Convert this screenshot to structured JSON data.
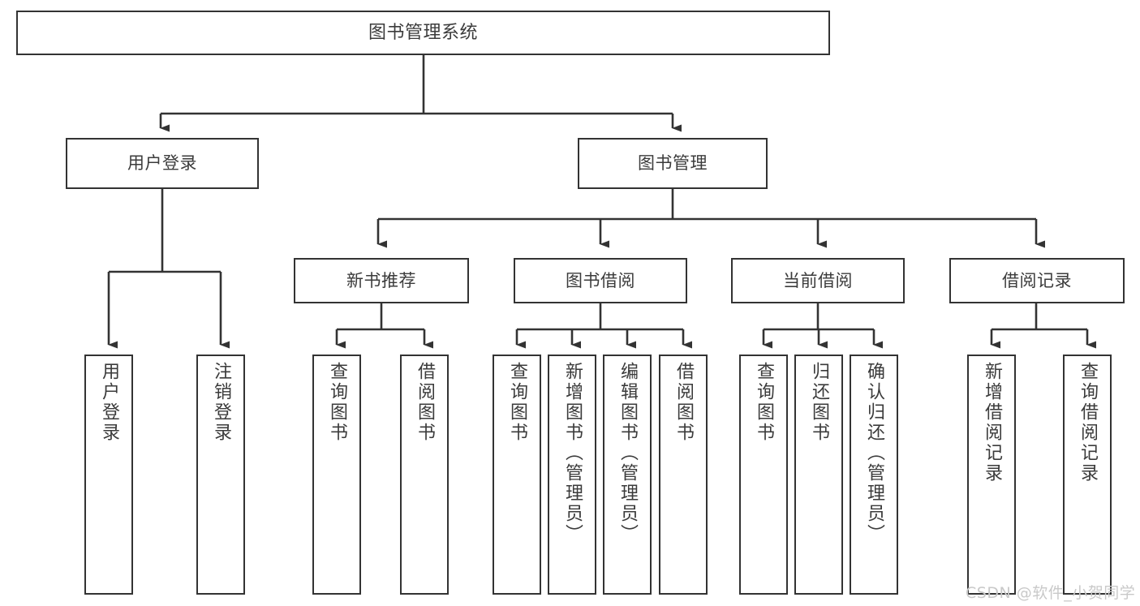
{
  "diagram": {
    "title": "图书管理系统",
    "type": "tree-hierarchy-diagram",
    "colors": {
      "box_border": "#333333",
      "box_fill": "#ffffff",
      "text": "#3b3b3b",
      "connector": "#333333",
      "watermark": "#c9c9c9",
      "background": "#ffffff"
    },
    "nodes": {
      "root": {
        "label": "图书管理系统"
      },
      "level2": [
        {
          "label": "用户登录"
        },
        {
          "label": "图书管理"
        }
      ],
      "level3": [
        {
          "label": "新书推荐"
        },
        {
          "label": "图书借阅"
        },
        {
          "label": "当前借阅"
        },
        {
          "label": "借阅记录"
        }
      ],
      "leaves": {
        "user_login": [
          {
            "label": "用户登录"
          },
          {
            "label": "注销登录"
          }
        ],
        "new_book_recommend": [
          {
            "label": "查询图书"
          },
          {
            "label": "借阅图书"
          }
        ],
        "book_borrow": [
          {
            "label": "查询图书"
          },
          {
            "label": "新增图书（管理员）"
          },
          {
            "label": "编辑图书（管理员）"
          },
          {
            "label": "借阅图书"
          }
        ],
        "current_borrow": [
          {
            "label": "查询图书"
          },
          {
            "label": "归还图书"
          },
          {
            "label": "确认归还（管理员）"
          }
        ],
        "borrow_record": [
          {
            "label": "新增借阅记录"
          },
          {
            "label": "查询借阅记录"
          }
        ]
      }
    },
    "watermark": "CSDN @软件_小贺同学"
  }
}
